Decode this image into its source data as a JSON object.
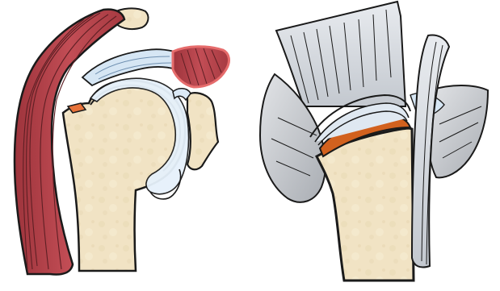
{
  "figure": {
    "panels": [
      {
        "view": "left-shoulder-coronal",
        "structures": [
          {
            "name": "deltoid-muscle",
            "color": "#b5424a"
          },
          {
            "name": "acromion",
            "color": "#f0e2c2"
          },
          {
            "name": "supraspinatus-tendon",
            "color": "#d6e6f4"
          },
          {
            "name": "supraspinatus-muscle",
            "color": "#c0484f"
          },
          {
            "name": "humeral-head",
            "color": "#f1e3c4"
          },
          {
            "name": "articular-cartilage",
            "color": "#e8733a"
          },
          {
            "name": "glenoid",
            "color": "#f1e3c4"
          },
          {
            "name": "joint-capsule",
            "color": "#e6f1fb"
          }
        ]
      },
      {
        "view": "right-shoulder-sagittal",
        "structures": [
          {
            "name": "rotator-tendon",
            "color": "#d9dde3"
          },
          {
            "name": "bursa-left",
            "color": "#c9ccd0"
          },
          {
            "name": "bursa-right",
            "color": "#c9ccd0"
          },
          {
            "name": "humeral-bone",
            "color": "#f1e3c4"
          },
          {
            "name": "articular-cartilage",
            "color": "#d2611e"
          },
          {
            "name": "biceps-tendon",
            "color": "#b8bcc2"
          }
        ]
      }
    ]
  }
}
